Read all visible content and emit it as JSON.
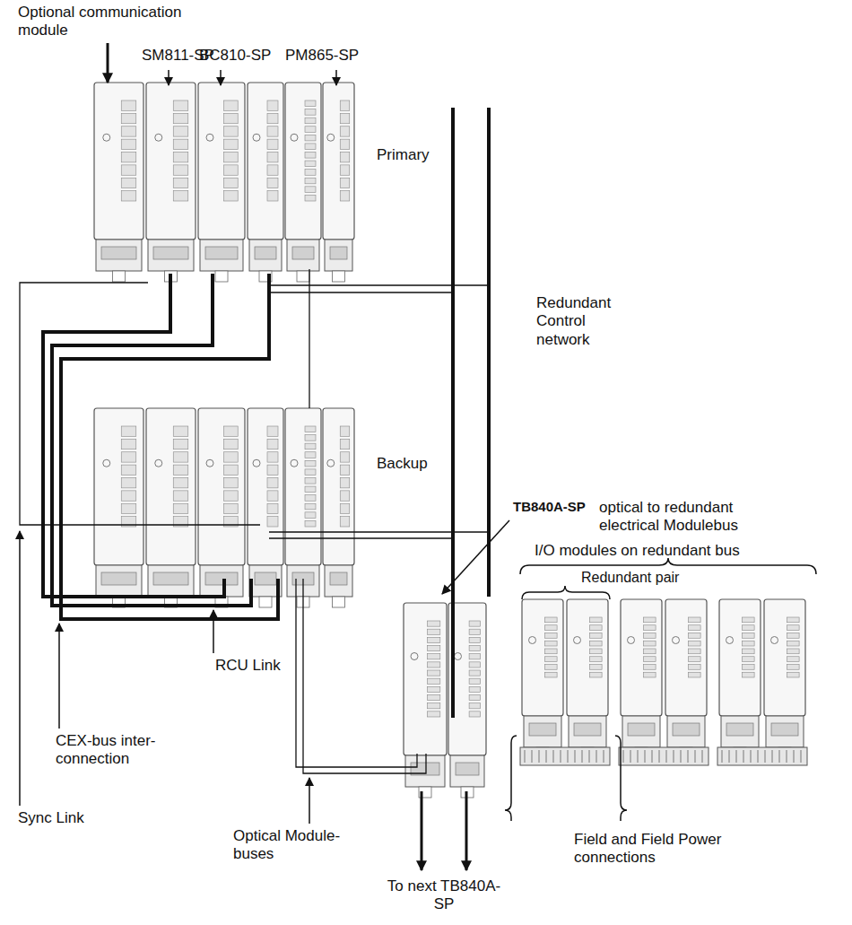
{
  "diagram": {
    "labels": [
      "Optional communication module",
      "SM811-SP",
      "BC810-SP",
      "PM865-SP",
      "Primary",
      "Redundant Control network",
      "Backup",
      "TB840A-SP",
      "optical to redundant electrical Modulebus",
      "I/O modules on redundant bus",
      "Redundant pair",
      "RCU Link",
      "CEX-bus inter-connection",
      "Sync Link",
      "Optical Module-buses",
      "Field and Field Power connections",
      "To next TB840A-SP"
    ]
  }
}
